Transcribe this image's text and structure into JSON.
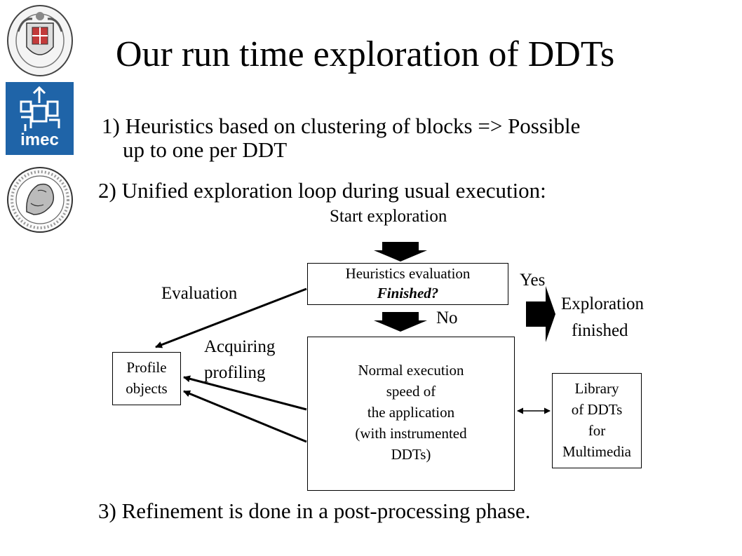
{
  "title": "Our run time exploration of DDTs",
  "bullets": {
    "b1_line1": "1) Heuristics based on clustering of blocks => Possible",
    "b1_line2": "up to one per DDT",
    "b2": "2) Unified exploration loop during usual execution:",
    "b3": "3) Refinement is done in a post-processing phase."
  },
  "diagram": {
    "start": "Start exploration",
    "heuristics_box": {
      "line1": "Heuristics evaluation",
      "line2": "Finished?"
    },
    "yes": "Yes",
    "no": "No",
    "evaluation": "Evaluation",
    "exploration_finished": {
      "line1": "Exploration",
      "line2": "finished"
    },
    "acquiring": {
      "line1": "Acquiring",
      "line2": "profiling"
    },
    "profile_box": {
      "line1": "Profile",
      "line2": "objects"
    },
    "normal_box": {
      "line1": "Normal execution",
      "line2": "speed of",
      "line3": "the application",
      "line4": "(with instrumented",
      "line5": "DDTs)"
    },
    "library_box": {
      "line1": "Library",
      "line2": "of DDTs",
      "line3": "for",
      "line4": "Multimedia"
    }
  },
  "logos": {
    "imec_text": "imec"
  },
  "colors": {
    "imec_blue": "#1f64a8",
    "logo_red": "#c23a3a"
  }
}
